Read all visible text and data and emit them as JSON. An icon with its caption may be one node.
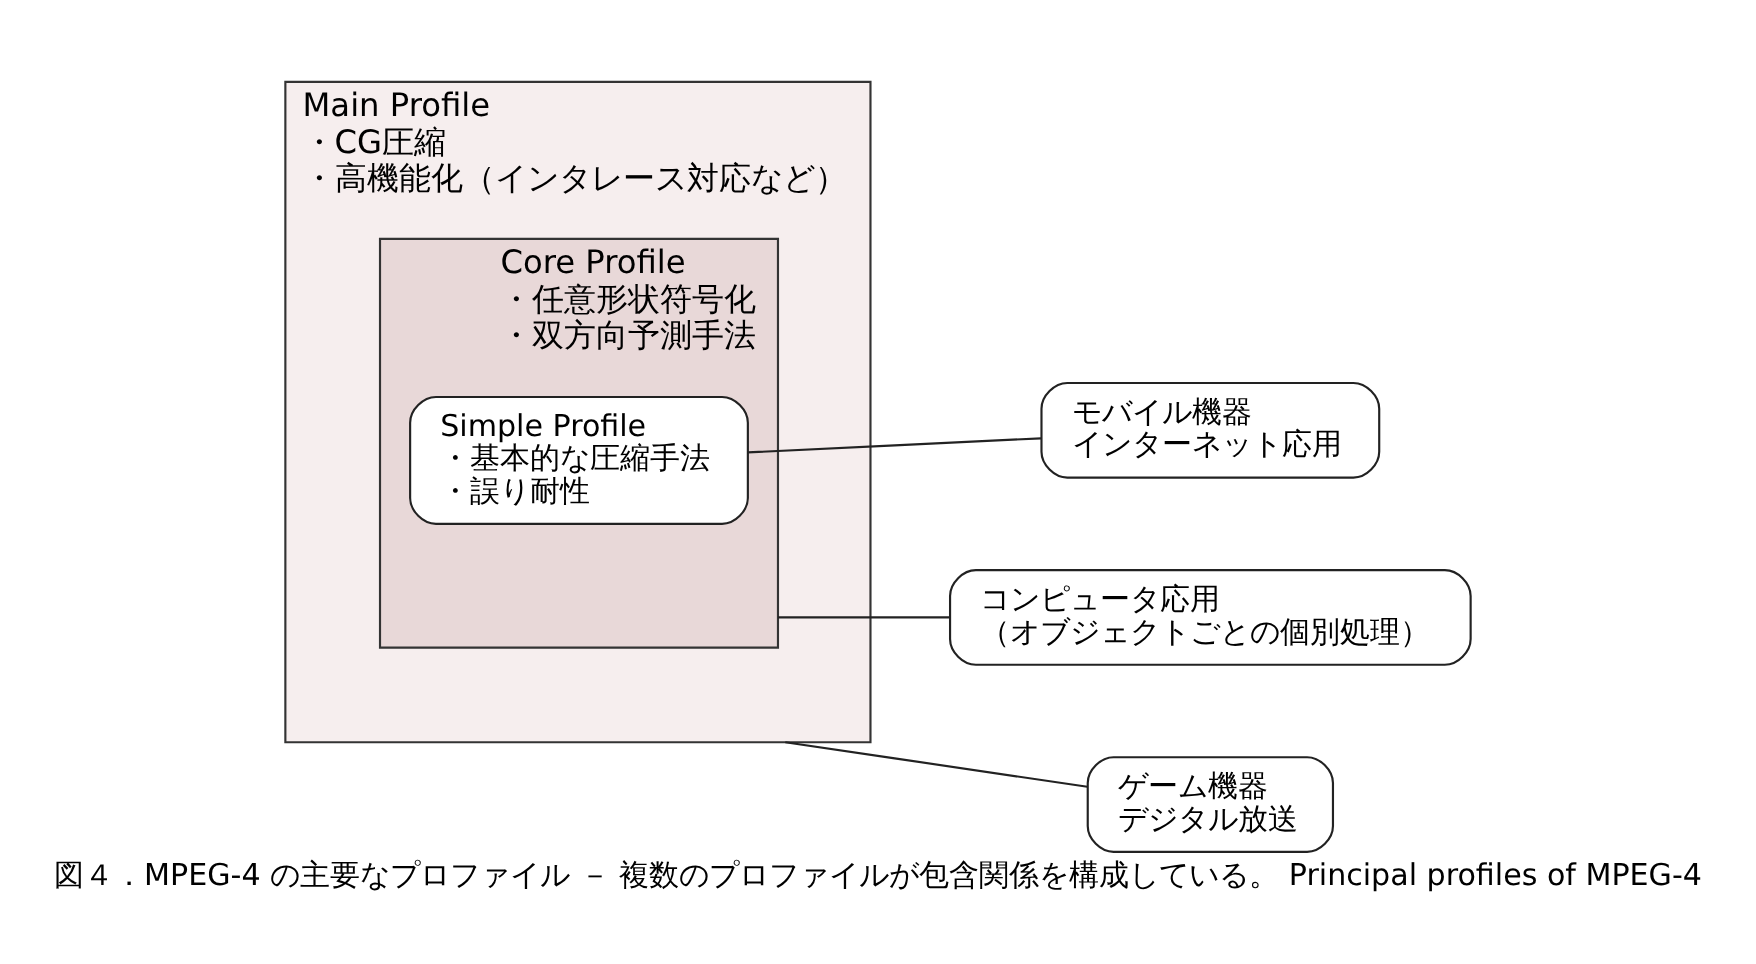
{
  "diagram": {
    "caption": "図４．MPEG-4 の主要なプロファイル － 複数のプロファイルが包含関係を構成している。 Principal profiles of MPEG-4",
    "nodes": [
      {
        "text": [
          "Main Profile",
          "・CG圧縮",
          "・高機能化（インタレース対応など）"
        ]
      },
      {
        "text": [
          "Core Profile",
          "・任意形状符号化",
          "・双方向予測手法"
        ],
        "in": 0
      },
      {
        "text": [
          "Simple Profile",
          "・基本的な圧縮手法",
          "・誤り耐性"
        ],
        "in": 1
      },
      {
        "text": [
          "モバイル機器",
          "インターネット応用"
        ]
      },
      {
        "text": [
          "コンピュータ応用",
          "（オブジェクトごとの個別処理）"
        ]
      },
      {
        "text": [
          "ゲーム機器",
          "デジタル放送"
        ]
      }
    ],
    "edges": [
      {
        "from": 3,
        "to": 2,
        "arrow": "none"
      },
      {
        "from": 4,
        "to": 1,
        "arrow": "none"
      },
      {
        "from": 5,
        "to": 0,
        "arrow": "none"
      }
    ]
  }
}
